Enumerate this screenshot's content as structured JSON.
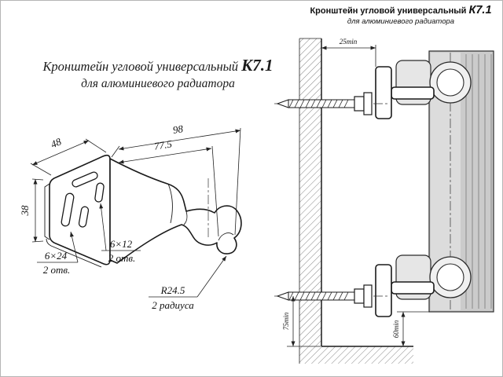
{
  "left_view": {
    "title": {
      "main": "Кронштейн угловой универсальный",
      "code": "К7.1",
      "sub": "для алюминиевого радиатора"
    },
    "dims": {
      "flange_width": "48",
      "total_length": "98",
      "partial_length": "77.5",
      "flange_height": "38",
      "slot_large_size": "6×24",
      "slot_large_count": "2 отв.",
      "slot_small_size": "6×12",
      "slot_small_count": "2 отв.",
      "hook_radius": "R24.5",
      "hook_radius_count": "2 радиуса"
    }
  },
  "right_view": {
    "title": {
      "main": "Кронштейн угловой универсальный",
      "code": "К7.1",
      "sub": "для алюминиевого радиатора"
    },
    "dims": {
      "wall_clearance": "25min",
      "floor_to_bracket": "75min",
      "floor_to_radiator": "60min"
    }
  }
}
